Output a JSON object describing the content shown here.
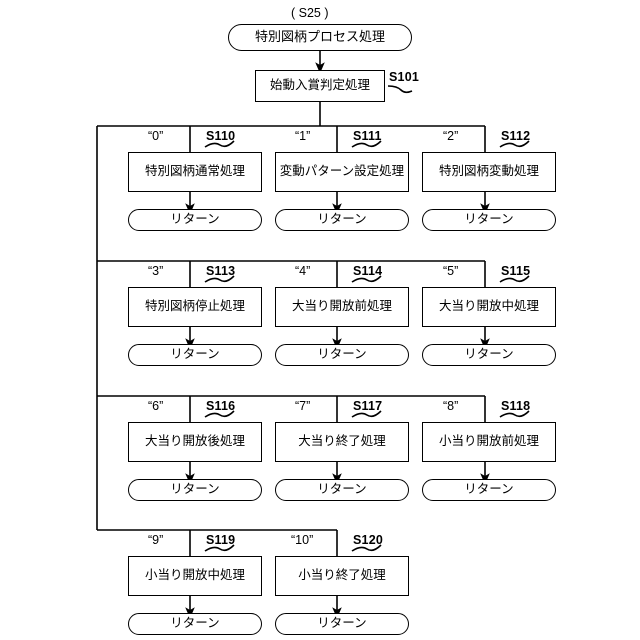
{
  "diagram": {
    "title_label": "( S25 )",
    "start": {
      "text": "特別図柄プロセス処理"
    },
    "first_step": {
      "id": "S101",
      "text": "始動入賞判定処理"
    },
    "return_label": "リターン",
    "branches": [
      {
        "case": "“0”",
        "id": "S110",
        "text": "特別図柄通常処理",
        "return": "リターン"
      },
      {
        "case": "“1”",
        "id": "S111",
        "text": "変動パターン設定処理",
        "return": "リターン"
      },
      {
        "case": "“2”",
        "id": "S112",
        "text": "特別図柄変動処理",
        "return": "リターン"
      },
      {
        "case": "“3”",
        "id": "S113",
        "text": "特別図柄停止処理",
        "return": "リターン"
      },
      {
        "case": "“4”",
        "id": "S114",
        "text": "大当り開放前処理",
        "return": "リターン"
      },
      {
        "case": "“5”",
        "id": "S115",
        "text": "大当り開放中処理",
        "return": "リターン"
      },
      {
        "case": "“6”",
        "id": "S116",
        "text": "大当り開放後処理",
        "return": "リターン"
      },
      {
        "case": "“7”",
        "id": "S117",
        "text": "大当り終了処理",
        "return": "リターン"
      },
      {
        "case": "“8”",
        "id": "S118",
        "text": "小当り開放前処理",
        "return": "リターン"
      },
      {
        "case": "“9”",
        "id": "S119",
        "text": "小当り開放中処理",
        "return": "リターン"
      },
      {
        "case": "“10”",
        "id": "S120",
        "text": "小当り終了処理",
        "return": "リターン"
      }
    ],
    "colors": {
      "ink": "#000000",
      "paper": "#ffffff"
    }
  }
}
